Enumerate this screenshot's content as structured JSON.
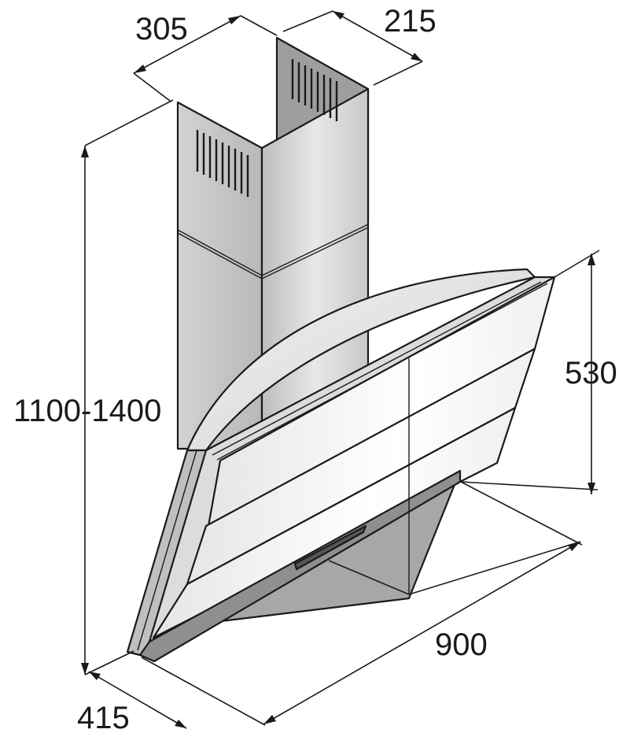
{
  "diagram": {
    "dimensions": {
      "chimney_width": "305",
      "chimney_depth": "215",
      "total_height": "1100-1400",
      "hood_height": "530",
      "hood_width": "900",
      "hood_depth": "415"
    },
    "colors": {
      "steel_light": "#e4e4e4",
      "steel_mid": "#c9c9c9",
      "steel_dark": "#a9a9a9",
      "line": "#1a1a1a"
    }
  }
}
